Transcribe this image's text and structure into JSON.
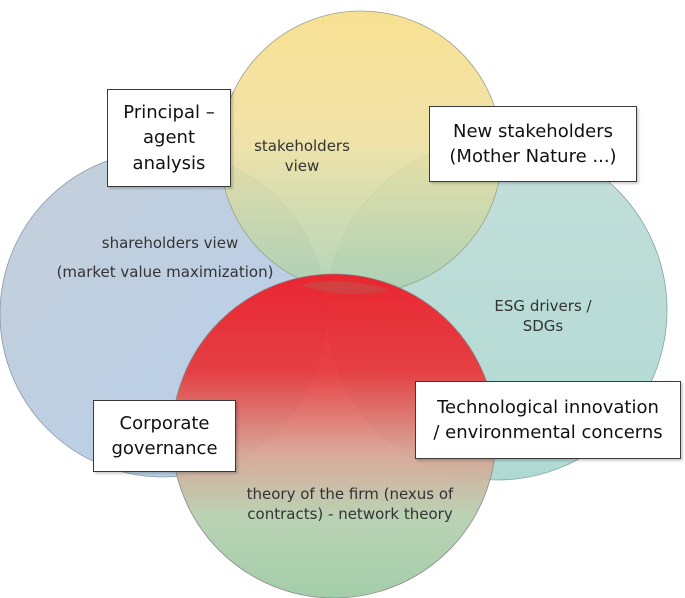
{
  "circles": {
    "top_label": "stakeholders\nview",
    "left_label_1": "shareholders view",
    "left_label_2": "(market value maximization)",
    "right_label": "ESG drivers /\nSDGs",
    "bottom_label": "theory of the firm (nexus of\ncontracts) - network theory"
  },
  "boxes": {
    "principal_agent": "Principal –\nagent\nanalysis",
    "new_stakeholders": "New stakeholders\n(Mother Nature ...)",
    "corporate_governance": "Corporate\ngovernance",
    "tech_innovation": "Technological innovation\n/ environmental concerns"
  },
  "colors": {
    "top_circle": "#f5dc8c",
    "left_circle": "#b8cde6",
    "right_circle": "#a9d6cf",
    "bottom_top": "#ee1c2a",
    "bottom_bottom": "#9fcaa6"
  }
}
